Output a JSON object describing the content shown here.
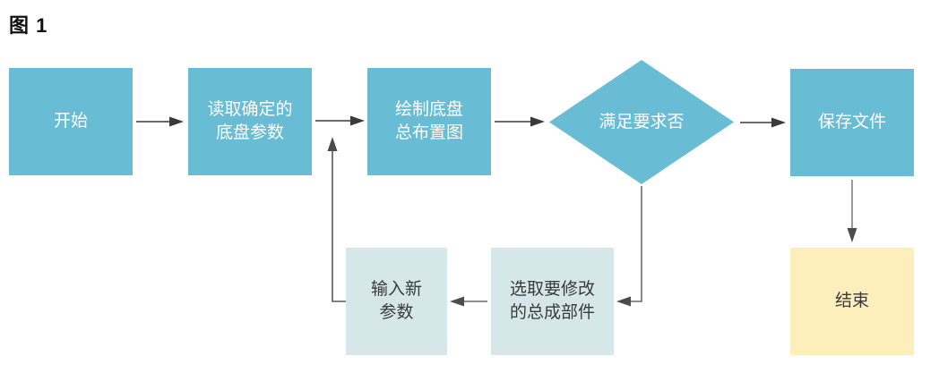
{
  "figure_title": "图 1",
  "colors": {
    "process_fill": "#68bdd5",
    "sub_step_fill": "#d5e7e8",
    "terminal_fill": "#fdeebc",
    "process_text": "#ffffff",
    "dark_text": "#3b3b3b",
    "arrow_dark": "#3a3a3a",
    "arrow_gray": "#6a6a6a"
  },
  "flowchart": {
    "nodes": [
      {
        "id": "start",
        "shape": "rect",
        "label": "开始"
      },
      {
        "id": "read-params",
        "shape": "rect",
        "label": "读取确定的\n底盘参数"
      },
      {
        "id": "draw-layout",
        "shape": "rect",
        "label": "绘制底盘\n总布置图"
      },
      {
        "id": "check-requirements",
        "shape": "diamond",
        "label": "满足要求否"
      },
      {
        "id": "save-file",
        "shape": "rect",
        "label": "保存文件"
      },
      {
        "id": "end",
        "shape": "rect",
        "label": "结束"
      },
      {
        "id": "select-parts",
        "shape": "rect",
        "label": "选取要修改\n的总成部件"
      },
      {
        "id": "input-new-params",
        "shape": "rect",
        "label": "输入新\n参数"
      }
    ],
    "edges": [
      {
        "from": "start",
        "to": "read-params"
      },
      {
        "from": "read-params",
        "to": "draw-layout"
      },
      {
        "from": "draw-layout",
        "to": "check-requirements"
      },
      {
        "from": "check-requirements",
        "to": "save-file"
      },
      {
        "from": "save-file",
        "to": "end"
      },
      {
        "from": "check-requirements",
        "to": "select-parts"
      },
      {
        "from": "select-parts",
        "to": "input-new-params"
      },
      {
        "from": "input-new-params",
        "to": "draw-layout"
      }
    ]
  }
}
